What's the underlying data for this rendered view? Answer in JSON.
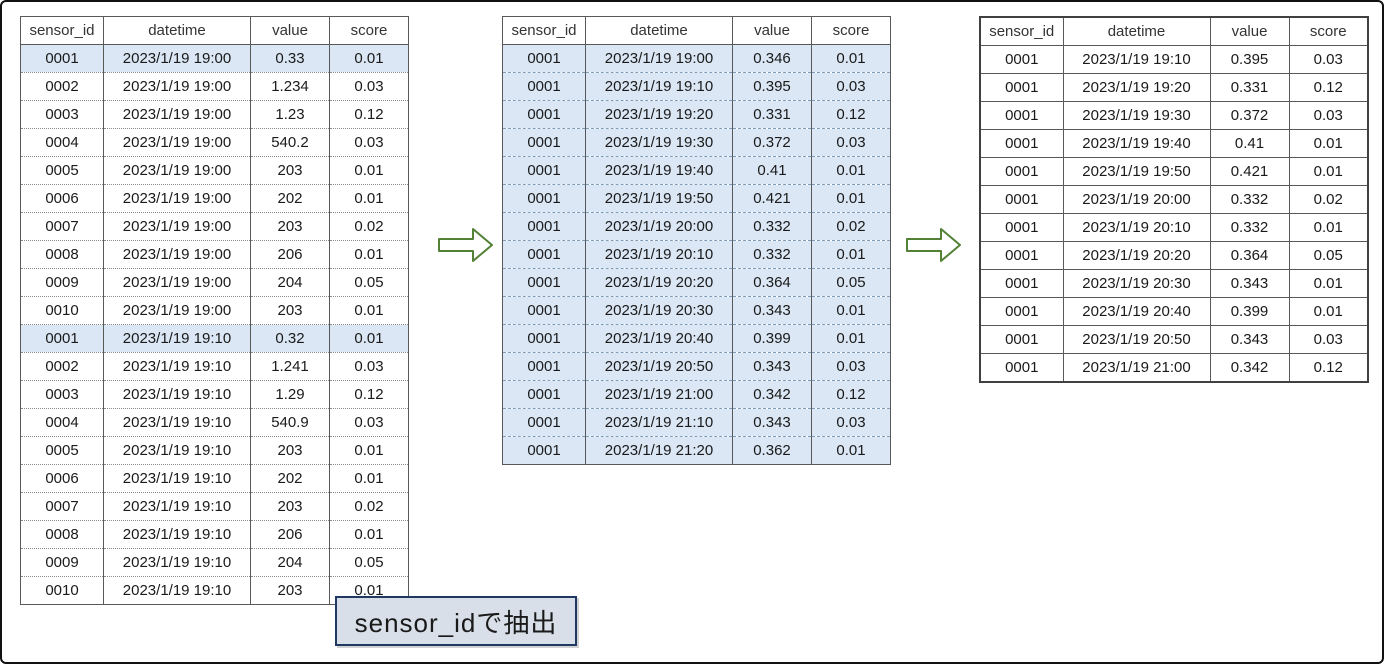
{
  "caption": {
    "text": "sensor_idで抽出"
  },
  "colors": {
    "highlight": "#dbe7f4",
    "arrow": "#538135",
    "caption-border": "#203864",
    "caption-bg": "#d8dfe8",
    "grid": "#595959"
  },
  "arrows": [
    {
      "name": "flow-arrow-1",
      "direction": "right"
    },
    {
      "name": "flow-arrow-2",
      "direction": "right"
    }
  ],
  "tables": [
    {
      "name": "source",
      "headers": [
        "sensor_id",
        "datetime",
        "value",
        "score"
      ],
      "highlighted_rows": [
        0,
        10
      ],
      "rows": [
        [
          "0001",
          "2023/1/19 19:00",
          "0.33",
          "0.01"
        ],
        [
          "0002",
          "2023/1/19 19:00",
          "1.234",
          "0.03"
        ],
        [
          "0003",
          "2023/1/19 19:00",
          "1.23",
          "0.12"
        ],
        [
          "0004",
          "2023/1/19 19:00",
          "540.2",
          "0.03"
        ],
        [
          "0005",
          "2023/1/19 19:00",
          "203",
          "0.01"
        ],
        [
          "0006",
          "2023/1/19 19:00",
          "202",
          "0.01"
        ],
        [
          "0007",
          "2023/1/19 19:00",
          "203",
          "0.02"
        ],
        [
          "0008",
          "2023/1/19 19:00",
          "206",
          "0.01"
        ],
        [
          "0009",
          "2023/1/19 19:00",
          "204",
          "0.05"
        ],
        [
          "0010",
          "2023/1/19 19:00",
          "203",
          "0.01"
        ],
        [
          "0001",
          "2023/1/19 19:10",
          "0.32",
          "0.01"
        ],
        [
          "0002",
          "2023/1/19 19:10",
          "1.241",
          "0.03"
        ],
        [
          "0003",
          "2023/1/19 19:10",
          "1.29",
          "0.12"
        ],
        [
          "0004",
          "2023/1/19 19:10",
          "540.9",
          "0.03"
        ],
        [
          "0005",
          "2023/1/19 19:10",
          "203",
          "0.01"
        ],
        [
          "0006",
          "2023/1/19 19:10",
          "202",
          "0.01"
        ],
        [
          "0007",
          "2023/1/19 19:10",
          "203",
          "0.02"
        ],
        [
          "0008",
          "2023/1/19 19:10",
          "206",
          "0.01"
        ],
        [
          "0009",
          "2023/1/19 19:10",
          "204",
          "0.05"
        ],
        [
          "0010",
          "2023/1/19 19:10",
          "203",
          "0.01"
        ]
      ]
    },
    {
      "name": "extracted",
      "headers": [
        "sensor_id",
        "datetime",
        "value",
        "score"
      ],
      "highlight_all": true,
      "rows": [
        [
          "0001",
          "2023/1/19 19:00",
          "0.346",
          "0.01"
        ],
        [
          "0001",
          "2023/1/19 19:10",
          "0.395",
          "0.03"
        ],
        [
          "0001",
          "2023/1/19 19:20",
          "0.331",
          "0.12"
        ],
        [
          "0001",
          "2023/1/19 19:30",
          "0.372",
          "0.03"
        ],
        [
          "0001",
          "2023/1/19 19:40",
          "0.41",
          "0.01"
        ],
        [
          "0001",
          "2023/1/19 19:50",
          "0.421",
          "0.01"
        ],
        [
          "0001",
          "2023/1/19 20:00",
          "0.332",
          "0.02"
        ],
        [
          "0001",
          "2023/1/19 20:10",
          "0.332",
          "0.01"
        ],
        [
          "0001",
          "2023/1/19 20:20",
          "0.364",
          "0.05"
        ],
        [
          "0001",
          "2023/1/19 20:30",
          "0.343",
          "0.01"
        ],
        [
          "0001",
          "2023/1/19 20:40",
          "0.399",
          "0.01"
        ],
        [
          "0001",
          "2023/1/19 20:50",
          "0.343",
          "0.03"
        ],
        [
          "0001",
          "2023/1/19 21:00",
          "0.342",
          "0.12"
        ],
        [
          "0001",
          "2023/1/19 21:10",
          "0.343",
          "0.03"
        ],
        [
          "0001",
          "2023/1/19 21:20",
          "0.362",
          "0.01"
        ]
      ]
    },
    {
      "name": "result",
      "headers": [
        "sensor_id",
        "datetime",
        "value",
        "score"
      ],
      "rows": [
        [
          "0001",
          "2023/1/19 19:10",
          "0.395",
          "0.03"
        ],
        [
          "0001",
          "2023/1/19 19:20",
          "0.331",
          "0.12"
        ],
        [
          "0001",
          "2023/1/19 19:30",
          "0.372",
          "0.03"
        ],
        [
          "0001",
          "2023/1/19 19:40",
          "0.41",
          "0.01"
        ],
        [
          "0001",
          "2023/1/19 19:50",
          "0.421",
          "0.01"
        ],
        [
          "0001",
          "2023/1/19 20:00",
          "0.332",
          "0.02"
        ],
        [
          "0001",
          "2023/1/19 20:10",
          "0.332",
          "0.01"
        ],
        [
          "0001",
          "2023/1/19 20:20",
          "0.364",
          "0.05"
        ],
        [
          "0001",
          "2023/1/19 20:30",
          "0.343",
          "0.01"
        ],
        [
          "0001",
          "2023/1/19 20:40",
          "0.399",
          "0.01"
        ],
        [
          "0001",
          "2023/1/19 20:50",
          "0.343",
          "0.03"
        ],
        [
          "0001",
          "2023/1/19 21:00",
          "0.342",
          "0.12"
        ]
      ]
    }
  ]
}
